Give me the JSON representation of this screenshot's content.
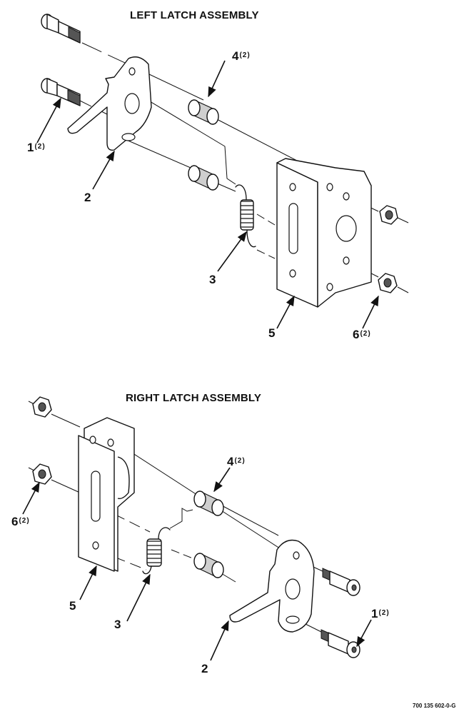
{
  "titles": {
    "left": "LEFT LATCH ASSEMBLY",
    "right": "RIGHT LATCH ASSEMBLY"
  },
  "left_callouts": {
    "c1": {
      "num": "1",
      "qty": "(2)"
    },
    "c2": {
      "num": "2",
      "qty": ""
    },
    "c3": {
      "num": "3",
      "qty": ""
    },
    "c4": {
      "num": "4",
      "qty": "(2)"
    },
    "c5": {
      "num": "5",
      "qty": ""
    },
    "c6": {
      "num": "6",
      "qty": "(2)"
    }
  },
  "right_callouts": {
    "c1": {
      "num": "1",
      "qty": "(2)"
    },
    "c2": {
      "num": "2",
      "qty": ""
    },
    "c3": {
      "num": "3",
      "qty": ""
    },
    "c4": {
      "num": "4",
      "qty": "(2)"
    },
    "c5": {
      "num": "5",
      "qty": ""
    },
    "c6": {
      "num": "6",
      "qty": "(2)"
    }
  },
  "reference": "700 135 602-0-G"
}
